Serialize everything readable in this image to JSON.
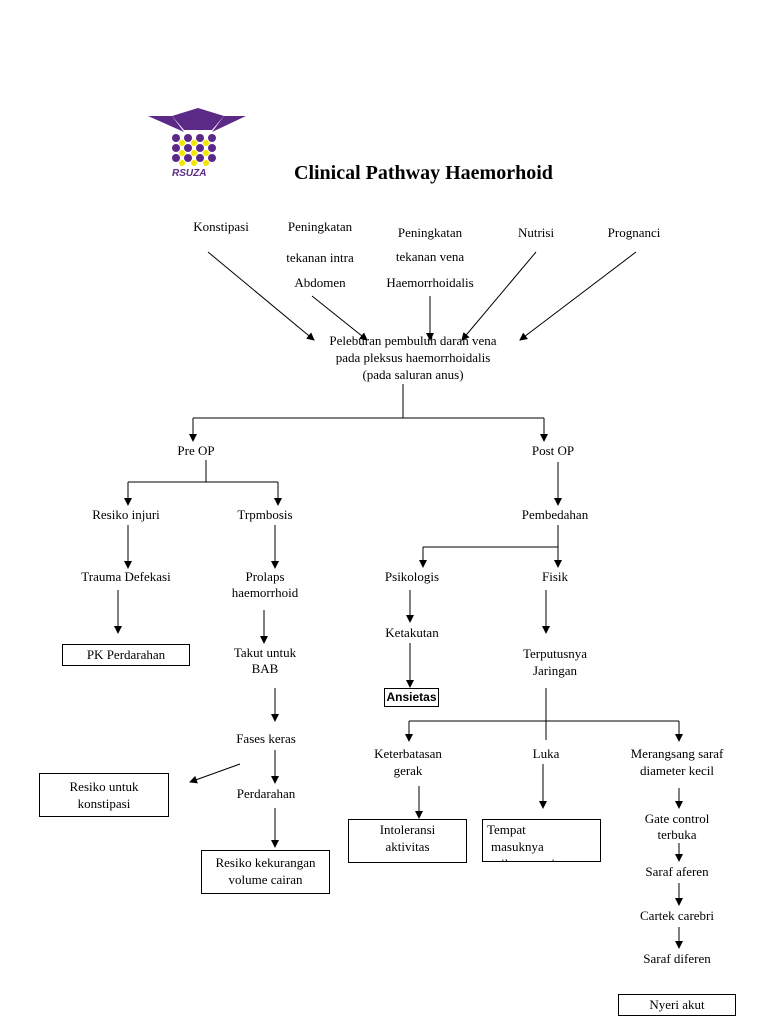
{
  "header": {
    "logo_text": "RSUZA",
    "title": "Clinical Pathway Haemorhoid"
  },
  "causes": {
    "konstipasi": "Konstipasi",
    "intra_1": "Peningkatan",
    "intra_2": "tekanan intra",
    "intra_3": "Abdomen",
    "vena_1": "Peningkatan",
    "vena_2": "tekanan vena",
    "vena_3": "Haemorrhoidalis",
    "nutrisi": "Nutrisi",
    "prognanci": "Prognanci"
  },
  "center": {
    "line1": "Peleburan pembuluh darah vena",
    "line2": "pada pleksus haemorrhoidalis",
    "line3": "(pada saluran anus)"
  },
  "pre_op": {
    "label": "Pre OP",
    "resiko_injuri": "Resiko injuri",
    "trauma": "Trauma Defekasi",
    "pk_perdarahan": "PK Perdarahan",
    "trombosis": "Trpmbosis",
    "prolaps_1": "Prolaps",
    "prolaps_2": "haemorrhoid",
    "takut_1": "Takut untuk",
    "takut_2": "BAB",
    "fases": "Fases keras",
    "resiko_konstipasi_1": "Resiko untuk",
    "resiko_konstipasi_2": "konstipasi",
    "perdarahan": "Perdarahan",
    "resiko_cairan_1": "Resiko kekurangan",
    "resiko_cairan_2": "volume cairan"
  },
  "post_op": {
    "label": "Post OP",
    "pembedahan": "Pembedahan",
    "psikologis": "Psikologis",
    "ketakutan": "Ketakutan",
    "ansietas": "Ansietas",
    "fisik": "Fisik",
    "terputus_1": "Terputusnya",
    "terputus_2": "Jaringan",
    "keterbatasan_1": "Keterbatasan",
    "keterbatasan_2": "gerak",
    "intoleransi_1": "Intoleransi",
    "intoleransi_2": "aktivitas",
    "luka": "Luka",
    "tempat_1": "Tempat",
    "tempat_2": "masuknya",
    "tempat_3": "mikroorganisme",
    "merangsang_1": "Merangsang saraf",
    "merangsang_2": "diameter kecil",
    "gate_1": "Gate control",
    "gate_2": "terbuka",
    "aferen": "Saraf aferen",
    "cartek": "Cartek carebri",
    "diferen": "Saraf diferen",
    "nyeri": "Nyeri akut"
  },
  "colors": {
    "logo_purple": "#5b2a86",
    "logo_yellow": "#f2e600"
  }
}
